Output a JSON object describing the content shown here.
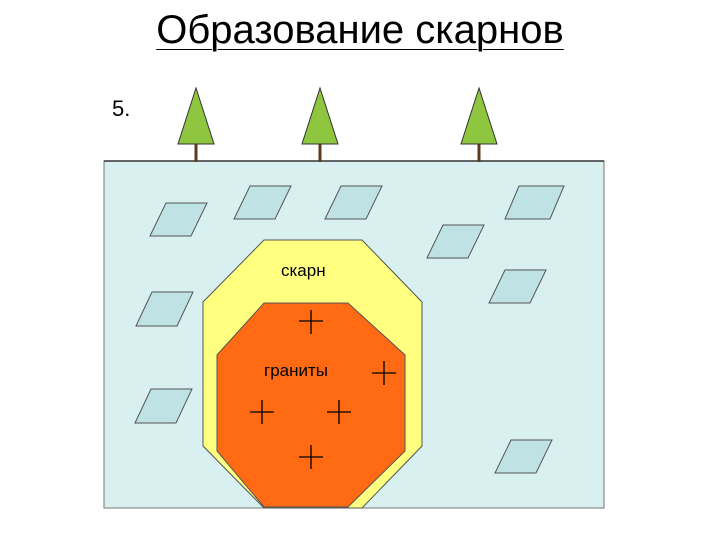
{
  "title": "Образование скарнов",
  "step_number": "5.",
  "labels": {
    "skarn": "скарн",
    "granites": "граниты"
  },
  "colors": {
    "host_rock": "#d8f0f0",
    "crystal": "#bfe2e5",
    "skarn": "#ffff80",
    "granite": "#ff6a13",
    "tree_crown": "#8ec63f",
    "tree_trunk": "#5a3d1e"
  },
  "icons": [
    "tree-icon",
    "crystal-icon",
    "plus-icon"
  ]
}
